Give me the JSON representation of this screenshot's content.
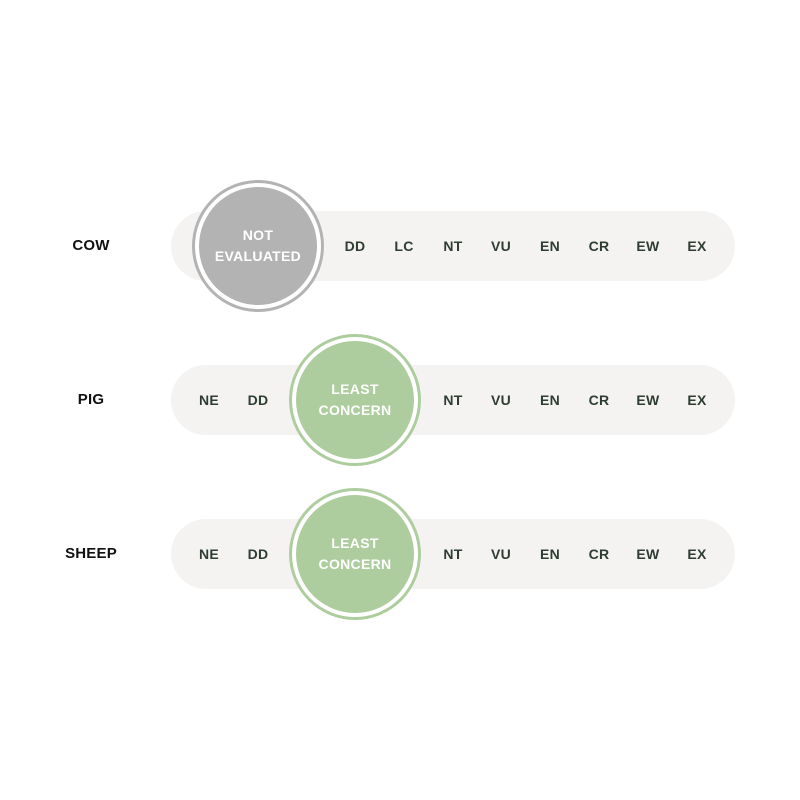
{
  "colors": {
    "not_evaluated": "#b3b3b3",
    "least_concern": "#aecd9f",
    "track_background": "#f4f3f1",
    "category_text": "#2e3d33"
  },
  "rows": [
    {
      "animal": "COW",
      "status_line1": "NOT",
      "status_line2": "EVALUATED",
      "categories": [
        "DD",
        "LC",
        "NT",
        "VU",
        "EN",
        "CR",
        "EW",
        "EX"
      ]
    },
    {
      "animal": "PIG",
      "status_line1": "LEAST",
      "status_line2": "CONCERN",
      "categories": [
        "NE",
        "DD",
        "NT",
        "VU",
        "EN",
        "CR",
        "EW",
        "EX"
      ]
    },
    {
      "animal": "SHEEP",
      "status_line1": "LEAST",
      "status_line2": "CONCERN",
      "categories": [
        "NE",
        "DD",
        "NT",
        "VU",
        "EN",
        "CR",
        "EW",
        "EX"
      ]
    }
  ]
}
